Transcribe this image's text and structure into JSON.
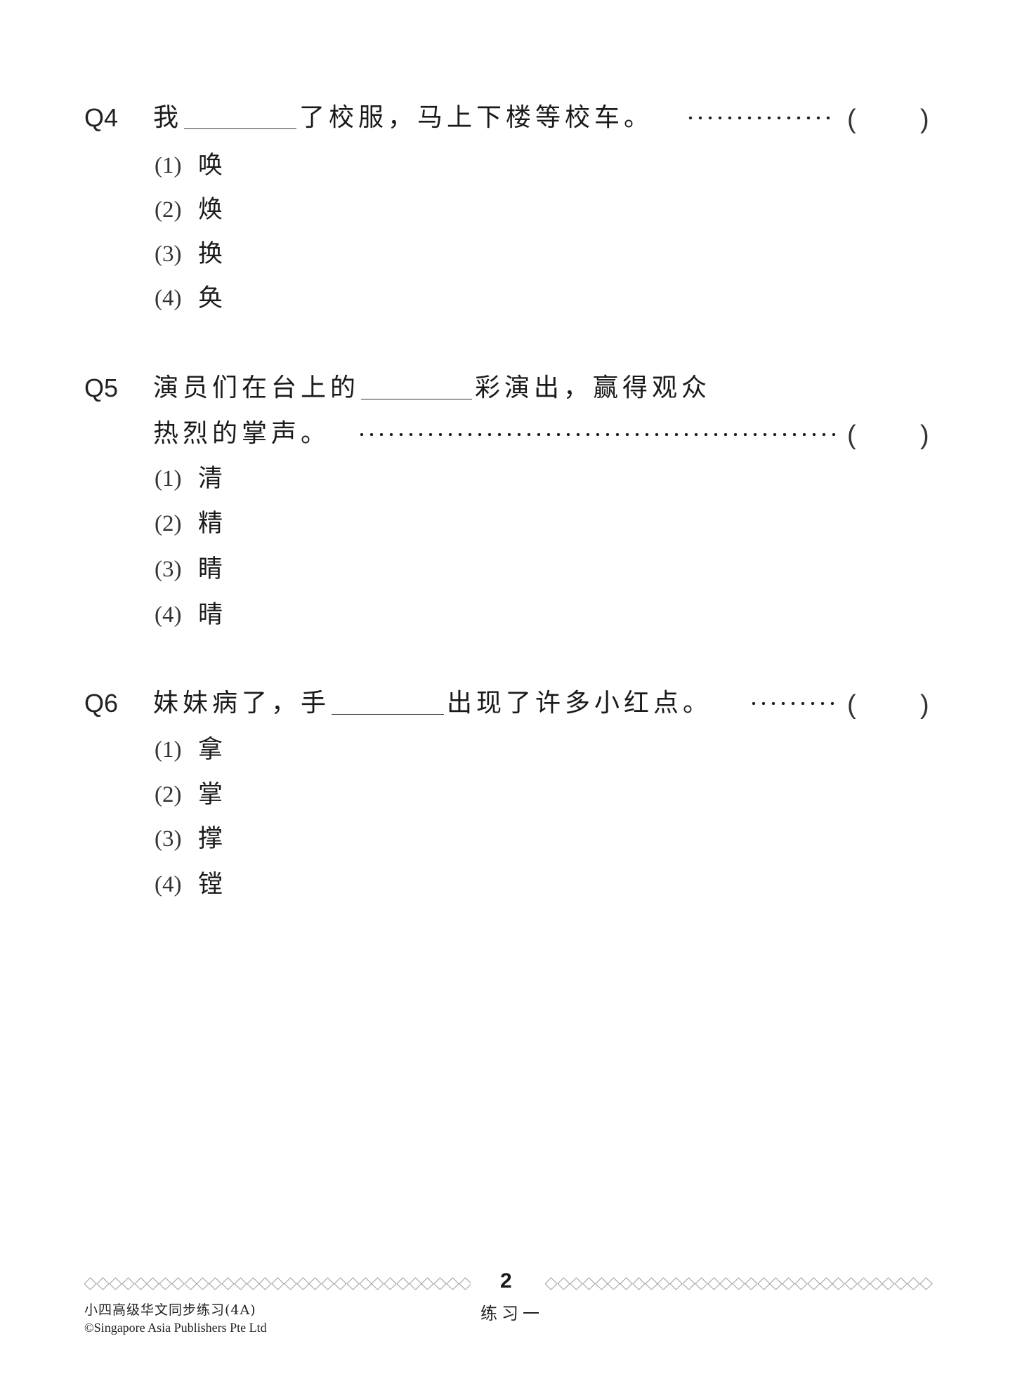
{
  "questions": [
    {
      "label": "Q4",
      "lines": [
        {
          "before": "我",
          "after": "了校服，马上下楼等校车。"
        }
      ],
      "answer_bracket": {
        "open": "(",
        "close": ")"
      },
      "options": [
        {
          "num": "(1)",
          "text": "唤"
        },
        {
          "num": "(2)",
          "text": "焕"
        },
        {
          "num": "(3)",
          "text": "换"
        },
        {
          "num": "(4)",
          "text": "奂"
        }
      ]
    },
    {
      "label": "Q5",
      "lines": [
        {
          "before": "演员们在台上的",
          "after": "彩演出，赢得观众"
        },
        {
          "text": "热烈的掌声。"
        }
      ],
      "answer_bracket": {
        "open": "(",
        "close": ")"
      },
      "options": [
        {
          "num": "(1)",
          "text": "清"
        },
        {
          "num": "(2)",
          "text": "精"
        },
        {
          "num": "(3)",
          "text": "睛"
        },
        {
          "num": "(4)",
          "text": "晴"
        }
      ]
    },
    {
      "label": "Q6",
      "lines": [
        {
          "before": "妹妹病了，手",
          "after": "出现了许多小红点。"
        }
      ],
      "answer_bracket": {
        "open": "(",
        "close": ")"
      },
      "options": [
        {
          "num": "(1)",
          "text": "拿"
        },
        {
          "num": "(2)",
          "text": "掌"
        },
        {
          "num": "(3)",
          "text": "撑"
        },
        {
          "num": "(4)",
          "text": "镗"
        }
      ]
    }
  ],
  "footer": {
    "page_number": "2",
    "book_title": "小四高级华文同步练习(4A)",
    "copyright": "©Singapore Asia Publishers Pte Ltd",
    "section": "练习一"
  },
  "colors": {
    "text": "#1a1a1a",
    "border_diamonds": "#a0a0a0",
    "background": "#ffffff"
  }
}
